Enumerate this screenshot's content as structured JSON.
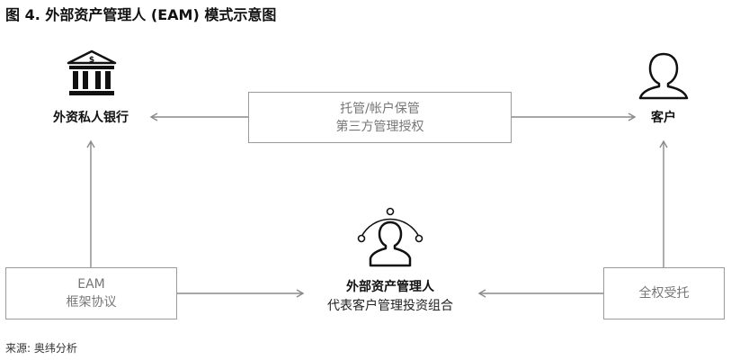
{
  "title": "图 4. 外部资产管理人 (EAM) 模式示意图",
  "nodes": {
    "bank": {
      "label": "外资私人银行",
      "icon": "bank-icon"
    },
    "client": {
      "label": "客户",
      "icon": "person-icon"
    },
    "eam": {
      "label": "外部资产管理人",
      "sublabel": "代表客户管理投资组合",
      "icon": "manager-network-icon"
    }
  },
  "boxes": {
    "custody": {
      "line1": "托管/帐户保管",
      "line2": "第三方管理授权"
    },
    "agreement": {
      "line1": "EAM",
      "line2": "框架协议"
    },
    "mandate": {
      "line1": "全权受托"
    }
  },
  "source": "来源: 奥纬分析",
  "colors": {
    "arrow": "#8a8a8a",
    "box_border": "#9a9a9a",
    "box_text": "#777777",
    "icon": "#111111"
  }
}
